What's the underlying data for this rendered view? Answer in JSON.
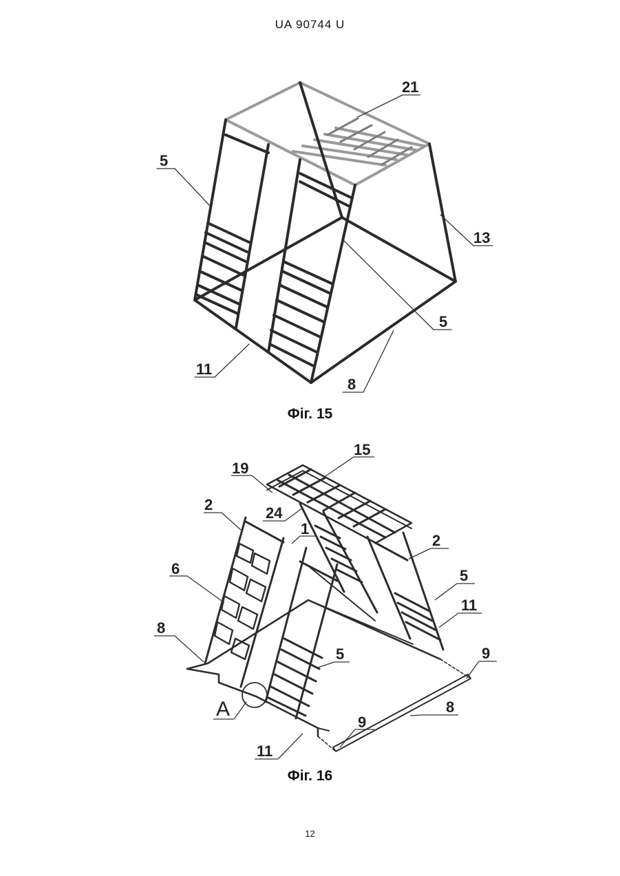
{
  "header": {
    "doc_id": "UA   90744   U"
  },
  "figure15": {
    "caption": "Фіг. 15",
    "labels": {
      "l21": "21",
      "l5a": "5",
      "l13": "13",
      "l5b": "5",
      "l11": "11",
      "l8": "8"
    }
  },
  "figure16": {
    "caption": "Фіг. 16",
    "labels": {
      "l15": "15",
      "l19": "19",
      "l24": "24",
      "l2a": "2",
      "l1": "1",
      "l2b": "2",
      "l6": "6",
      "l5a": "5",
      "l11a": "11",
      "l8a": "8",
      "l9a": "9",
      "l5b": "5",
      "lA": "A",
      "l8b": "8",
      "l9b": "9",
      "l11b": "11"
    }
  },
  "footer": {
    "page_number": "12"
  }
}
